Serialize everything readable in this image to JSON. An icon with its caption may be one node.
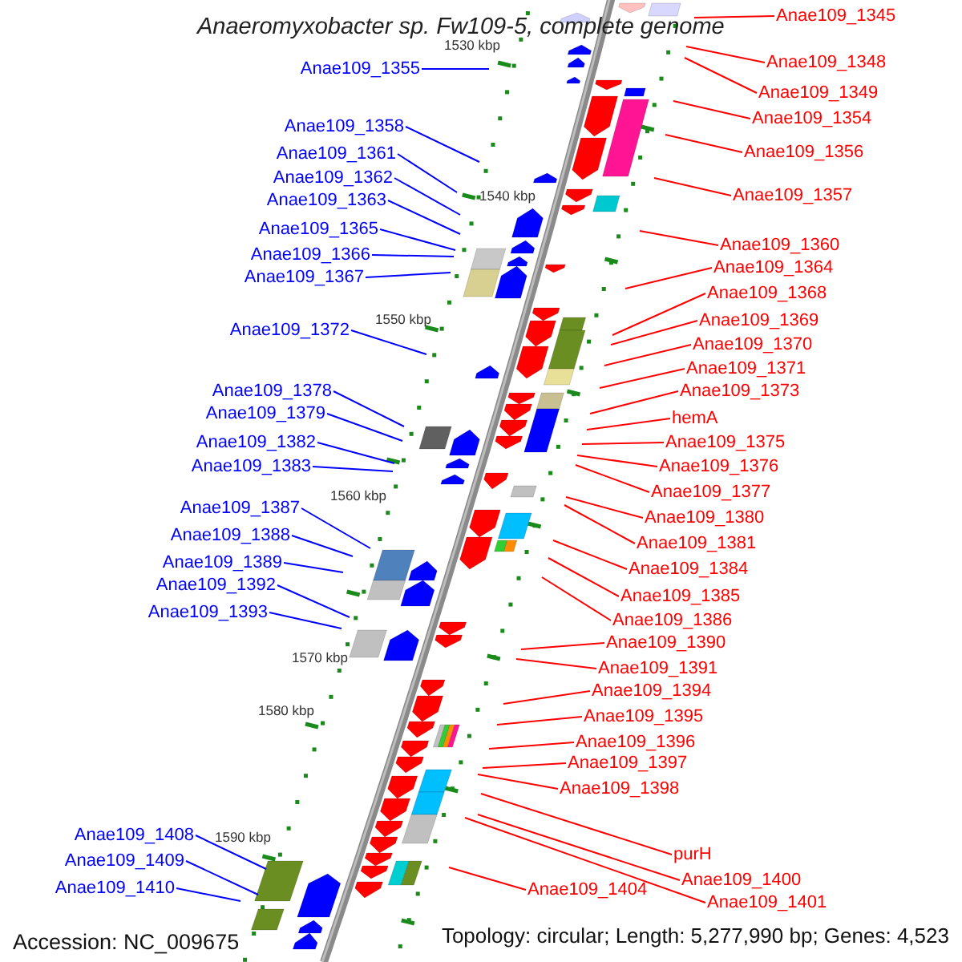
{
  "diagram": {
    "title": "Anaeromyxobacter sp. Fw109-5, complete genome",
    "nodes": [
      {
        "text": [
          "Anae109_1355"
        ]
      },
      {
        "text": [
          "Anae109_1358"
        ]
      },
      {
        "text": [
          "Anae109_1361"
        ]
      },
      {
        "text": [
          "Anae109_1362"
        ]
      },
      {
        "text": [
          "Anae109_1363"
        ]
      },
      {
        "text": [
          "Anae109_1365"
        ]
      },
      {
        "text": [
          "Anae109_1366"
        ]
      },
      {
        "text": [
          "Anae109_1367"
        ]
      },
      {
        "text": [
          "Anae109_1372"
        ]
      },
      {
        "text": [
          "Anae109_1378"
        ]
      },
      {
        "text": [
          "Anae109_1379"
        ]
      },
      {
        "text": [
          "Anae109_1382"
        ]
      },
      {
        "text": [
          "Anae109_1383"
        ]
      },
      {
        "text": [
          "Anae109_1387"
        ]
      },
      {
        "text": [
          "Anae109_1388"
        ]
      },
      {
        "text": [
          "Anae109_1389"
        ]
      },
      {
        "text": [
          "Anae109_1392"
        ]
      },
      {
        "text": [
          "Anae109_1393"
        ]
      },
      {
        "text": [
          "Anae109_1408"
        ]
      },
      {
        "text": [
          "Anae109_1409"
        ]
      },
      {
        "text": [
          "Anae109_1410"
        ]
      },
      {
        "text": [
          "Anae109_1345"
        ]
      },
      {
        "text": [
          "Anae109_1348"
        ]
      },
      {
        "text": [
          "Anae109_1349"
        ]
      },
      {
        "text": [
          "Anae109_1354"
        ]
      },
      {
        "text": [
          "Anae109_1356"
        ]
      },
      {
        "text": [
          "Anae109_1357"
        ]
      },
      {
        "text": [
          "Anae109_1360"
        ]
      },
      {
        "text": [
          "Anae109_1364"
        ]
      },
      {
        "text": [
          "Anae109_1368"
        ]
      },
      {
        "text": [
          "Anae109_1369"
        ]
      },
      {
        "text": [
          "Anae109_1370"
        ]
      },
      {
        "text": [
          "Anae109_1371"
        ]
      },
      {
        "text": [
          "Anae109_1373"
        ]
      },
      {
        "text": [
          "hemA"
        ]
      },
      {
        "text": [
          "Anae109_1375"
        ]
      },
      {
        "text": [
          "Anae109_1376"
        ]
      },
      {
        "text": [
          "Anae109_1377"
        ]
      },
      {
        "text": [
          "Anae109_1380"
        ]
      },
      {
        "text": [
          "Anae109_1381"
        ]
      },
      {
        "text": [
          "Anae109_1384"
        ]
      },
      {
        "text": [
          "Anae109_1385"
        ]
      },
      {
        "text": [
          "Anae109_1386"
        ]
      },
      {
        "text": [
          "Anae109_1390"
        ]
      },
      {
        "text": [
          "Anae109_1391"
        ]
      },
      {
        "text": [
          "Anae109_1394"
        ]
      },
      {
        "text": [
          "Anae109_1395"
        ]
      },
      {
        "text": [
          "Anae109_1396"
        ]
      },
      {
        "text": [
          "Anae109_1397"
        ]
      },
      {
        "text": [
          "Anae109_1398"
        ]
      },
      {
        "text": [
          "purH"
        ]
      },
      {
        "text": [
          "Anae109_1400"
        ]
      },
      {
        "text": [
          "Anae109_1401"
        ]
      },
      {
        "text": [
          "Anae109_1404"
        ]
      }
    ],
    "edges": [
      {
        "from": 0,
        "to": null,
        "arrow": "none",
        "color": "#0000ff"
      },
      {
        "from": 1,
        "to": null,
        "arrow": "none",
        "color": "#0000ff"
      },
      {
        "from": 2,
        "to": null,
        "arrow": "none",
        "color": "#0000ff"
      },
      {
        "from": 3,
        "to": null,
        "arrow": "none",
        "color": "#0000ff"
      },
      {
        "from": 4,
        "to": null,
        "arrow": "none",
        "color": "#0000ff"
      },
      {
        "from": 5,
        "to": null,
        "arrow": "none",
        "color": "#0000ff"
      },
      {
        "from": 6,
        "to": null,
        "arrow": "none",
        "color": "#0000ff"
      },
      {
        "from": 7,
        "to": null,
        "arrow": "none",
        "color": "#0000ff"
      },
      {
        "from": 8,
        "to": null,
        "arrow": "none",
        "color": "#0000ff"
      },
      {
        "from": 9,
        "to": null,
        "arrow": "none",
        "color": "#0000ff"
      },
      {
        "from": 10,
        "to": null,
        "arrow": "none",
        "color": "#0000ff"
      },
      {
        "from": 11,
        "to": null,
        "arrow": "none",
        "color": "#0000ff"
      },
      {
        "from": 12,
        "to": null,
        "arrow": "none",
        "color": "#0000ff"
      },
      {
        "from": 13,
        "to": null,
        "arrow": "none",
        "color": "#0000ff"
      },
      {
        "from": 14,
        "to": null,
        "arrow": "none",
        "color": "#0000ff"
      },
      {
        "from": 15,
        "to": null,
        "arrow": "none",
        "color": "#0000ff"
      },
      {
        "from": 16,
        "to": null,
        "arrow": "none",
        "color": "#0000ff"
      },
      {
        "from": 17,
        "to": null,
        "arrow": "none",
        "color": "#0000ff"
      },
      {
        "from": 18,
        "to": null,
        "arrow": "none",
        "color": "#0000ff"
      },
      {
        "from": 19,
        "to": null,
        "arrow": "none",
        "color": "#0000ff"
      },
      {
        "from": 20,
        "to": null,
        "arrow": "none",
        "color": "#0000ff"
      },
      {
        "from": 21,
        "to": null,
        "arrow": "none"
      },
      {
        "from": 22,
        "to": null,
        "arrow": "none"
      },
      {
        "from": 23,
        "to": null,
        "arrow": "none"
      },
      {
        "from": 24,
        "to": null,
        "arrow": "none"
      },
      {
        "from": 25,
        "to": null,
        "arrow": "none"
      },
      {
        "from": 26,
        "to": null,
        "arrow": "none"
      },
      {
        "from": 27,
        "to": null,
        "arrow": "none"
      },
      {
        "from": 28,
        "to": null,
        "arrow": "none"
      },
      {
        "from": 29,
        "to": null,
        "arrow": "none"
      },
      {
        "from": 30,
        "to": null,
        "arrow": "none"
      },
      {
        "from": 31,
        "to": null,
        "arrow": "none"
      },
      {
        "from": 32,
        "to": null,
        "arrow": "none"
      },
      {
        "from": 33,
        "to": null,
        "arrow": "none"
      },
      {
        "from": 34,
        "to": null,
        "arrow": "none"
      },
      {
        "from": 35,
        "to": null,
        "arrow": "none"
      },
      {
        "from": 36,
        "to": null,
        "arrow": "none"
      },
      {
        "from": 37,
        "to": null,
        "arrow": "none"
      },
      {
        "from": 38,
        "to": null,
        "arrow": "none"
      },
      {
        "from": 39,
        "to": null,
        "arrow": "none"
      },
      {
        "from": 40,
        "to": null,
        "arrow": "none"
      },
      {
        "from": 41,
        "to": null,
        "arrow": "none"
      },
      {
        "from": 42,
        "to": null,
        "arrow": "none"
      },
      {
        "from": 43,
        "to": null,
        "arrow": "none"
      },
      {
        "from": 44,
        "to": null,
        "arrow": "none"
      },
      {
        "from": 45,
        "to": null,
        "arrow": "none"
      },
      {
        "from": 46,
        "to": null,
        "arrow": "none"
      },
      {
        "from": 47,
        "to": null,
        "arrow": "none"
      },
      {
        "from": 48,
        "to": null,
        "arrow": "none"
      },
      {
        "from": 49,
        "to": null,
        "arrow": "none"
      },
      {
        "from": 50,
        "to": null,
        "arrow": "none"
      },
      {
        "from": 51,
        "to": null,
        "arrow": "none"
      },
      {
        "from": 52,
        "to": null,
        "arrow": "none"
      },
      {
        "from": 53,
        "to": null,
        "arrow": "none"
      }
    ],
    "labels": [
      "1530 kbp",
      "1540 kbp",
      "1550 kbp",
      "1560 kbp",
      "1570 kbp",
      "1580 kbp",
      "1590 kbp",
      "Accession: NC_009675",
      "Topology: circular; Length: 5,277,990 bp; Genes: 4,523"
    ]
  }
}
